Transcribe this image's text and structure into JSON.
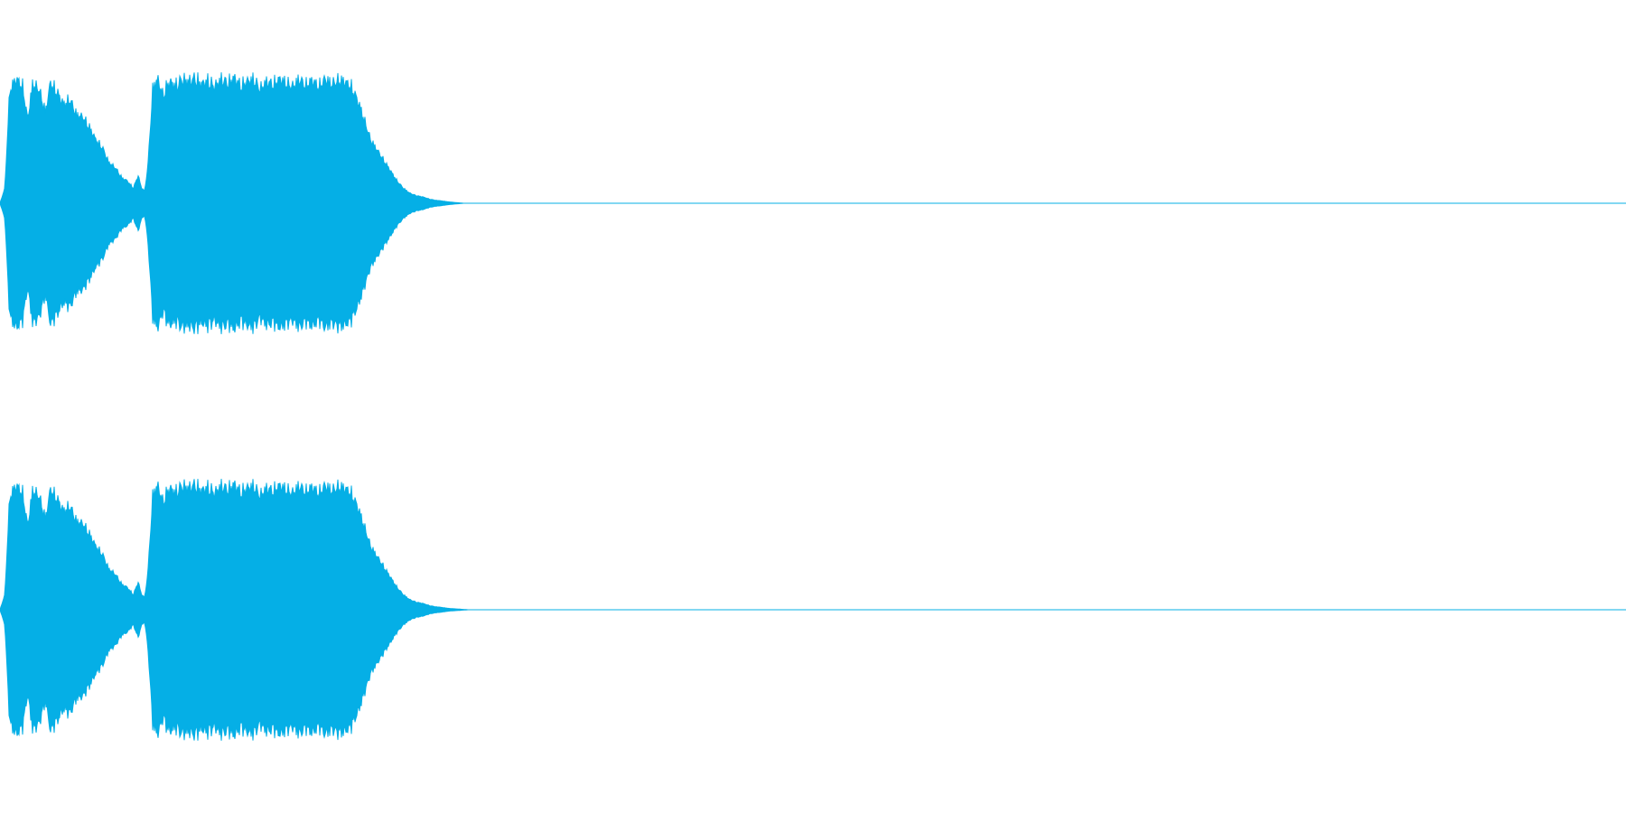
{
  "audio": {
    "waveform_color": "#05afe6",
    "background_color": "#ffffff",
    "channels": [
      {
        "name": "left",
        "envelope": [
          [
            0.0,
            0.0
          ],
          [
            0.003,
            0.12
          ],
          [
            0.006,
            0.9
          ],
          [
            0.01,
            0.98
          ],
          [
            0.014,
            0.92
          ],
          [
            0.017,
            0.66
          ],
          [
            0.02,
            0.94
          ],
          [
            0.024,
            0.9
          ],
          [
            0.028,
            0.72
          ],
          [
            0.031,
            0.95
          ],
          [
            0.035,
            0.88
          ],
          [
            0.039,
            0.78
          ],
          [
            0.043,
            0.82
          ],
          [
            0.047,
            0.7
          ],
          [
            0.051,
            0.68
          ],
          [
            0.055,
            0.6
          ],
          [
            0.059,
            0.5
          ],
          [
            0.063,
            0.44
          ],
          [
            0.067,
            0.32
          ],
          [
            0.071,
            0.28
          ],
          [
            0.075,
            0.2
          ],
          [
            0.078,
            0.18
          ],
          [
            0.082,
            0.12
          ],
          [
            0.085,
            0.22
          ],
          [
            0.087,
            0.12
          ],
          [
            0.089,
            0.1
          ],
          [
            0.091,
            0.3
          ],
          [
            0.094,
            0.92
          ],
          [
            0.097,
            0.98
          ],
          [
            0.1,
            0.86
          ],
          [
            0.104,
            0.96
          ],
          [
            0.108,
            0.93
          ],
          [
            0.112,
            0.98
          ],
          [
            0.116,
            0.96
          ],
          [
            0.12,
            0.99
          ],
          [
            0.124,
            0.94
          ],
          [
            0.128,
            0.97
          ],
          [
            0.132,
            0.92
          ],
          [
            0.136,
            0.98
          ],
          [
            0.14,
            0.95
          ],
          [
            0.144,
            0.99
          ],
          [
            0.148,
            0.93
          ],
          [
            0.152,
            0.96
          ],
          [
            0.156,
            0.98
          ],
          [
            0.16,
            0.9
          ],
          [
            0.164,
            0.96
          ],
          [
            0.168,
            0.94
          ],
          [
            0.172,
            0.98
          ],
          [
            0.176,
            0.95
          ],
          [
            0.18,
            0.92
          ],
          [
            0.184,
            0.98
          ],
          [
            0.188,
            0.93
          ],
          [
            0.192,
            0.97
          ],
          [
            0.196,
            0.92
          ],
          [
            0.2,
            0.98
          ],
          [
            0.204,
            0.94
          ],
          [
            0.208,
            0.97
          ],
          [
            0.212,
            0.96
          ],
          [
            0.216,
            0.92
          ],
          [
            0.219,
            0.84
          ],
          [
            0.222,
            0.74
          ],
          [
            0.225,
            0.62
          ],
          [
            0.228,
            0.5
          ],
          [
            0.232,
            0.42
          ],
          [
            0.236,
            0.34
          ],
          [
            0.24,
            0.26
          ],
          [
            0.244,
            0.18
          ],
          [
            0.248,
            0.12
          ],
          [
            0.252,
            0.08
          ],
          [
            0.256,
            0.06
          ],
          [
            0.26,
            0.05
          ],
          [
            0.265,
            0.03
          ],
          [
            0.27,
            0.02
          ],
          [
            0.276,
            0.01
          ],
          [
            0.285,
            0.0
          ],
          [
            1.0,
            0.0
          ]
        ]
      },
      {
        "name": "right",
        "envelope": [
          [
            0.0,
            0.0
          ],
          [
            0.003,
            0.12
          ],
          [
            0.006,
            0.9
          ],
          [
            0.01,
            0.98
          ],
          [
            0.014,
            0.92
          ],
          [
            0.017,
            0.66
          ],
          [
            0.02,
            0.94
          ],
          [
            0.024,
            0.9
          ],
          [
            0.028,
            0.72
          ],
          [
            0.031,
            0.95
          ],
          [
            0.035,
            0.88
          ],
          [
            0.039,
            0.78
          ],
          [
            0.043,
            0.82
          ],
          [
            0.047,
            0.7
          ],
          [
            0.051,
            0.68
          ],
          [
            0.055,
            0.6
          ],
          [
            0.059,
            0.5
          ],
          [
            0.063,
            0.44
          ],
          [
            0.067,
            0.32
          ],
          [
            0.071,
            0.28
          ],
          [
            0.075,
            0.2
          ],
          [
            0.078,
            0.18
          ],
          [
            0.082,
            0.12
          ],
          [
            0.085,
            0.22
          ],
          [
            0.087,
            0.12
          ],
          [
            0.089,
            0.1
          ],
          [
            0.091,
            0.3
          ],
          [
            0.094,
            0.92
          ],
          [
            0.097,
            0.98
          ],
          [
            0.1,
            0.86
          ],
          [
            0.104,
            0.96
          ],
          [
            0.108,
            0.93
          ],
          [
            0.112,
            0.98
          ],
          [
            0.116,
            0.96
          ],
          [
            0.12,
            0.99
          ],
          [
            0.124,
            0.94
          ],
          [
            0.128,
            0.97
          ],
          [
            0.132,
            0.92
          ],
          [
            0.136,
            0.98
          ],
          [
            0.14,
            0.95
          ],
          [
            0.144,
            0.99
          ],
          [
            0.148,
            0.93
          ],
          [
            0.152,
            0.96
          ],
          [
            0.156,
            0.98
          ],
          [
            0.16,
            0.9
          ],
          [
            0.164,
            0.96
          ],
          [
            0.168,
            0.94
          ],
          [
            0.172,
            0.98
          ],
          [
            0.176,
            0.95
          ],
          [
            0.18,
            0.92
          ],
          [
            0.184,
            0.98
          ],
          [
            0.188,
            0.93
          ],
          [
            0.192,
            0.97
          ],
          [
            0.196,
            0.92
          ],
          [
            0.2,
            0.98
          ],
          [
            0.204,
            0.94
          ],
          [
            0.208,
            0.97
          ],
          [
            0.212,
            0.96
          ],
          [
            0.216,
            0.92
          ],
          [
            0.219,
            0.84
          ],
          [
            0.222,
            0.74
          ],
          [
            0.225,
            0.62
          ],
          [
            0.228,
            0.5
          ],
          [
            0.232,
            0.42
          ],
          [
            0.236,
            0.34
          ],
          [
            0.24,
            0.26
          ],
          [
            0.244,
            0.18
          ],
          [
            0.248,
            0.12
          ],
          [
            0.252,
            0.08
          ],
          [
            0.256,
            0.06
          ],
          [
            0.26,
            0.05
          ],
          [
            0.265,
            0.03
          ],
          [
            0.27,
            0.02
          ],
          [
            0.276,
            0.01
          ],
          [
            0.288,
            0.0
          ],
          [
            1.0,
            0.0
          ]
        ]
      }
    ]
  }
}
